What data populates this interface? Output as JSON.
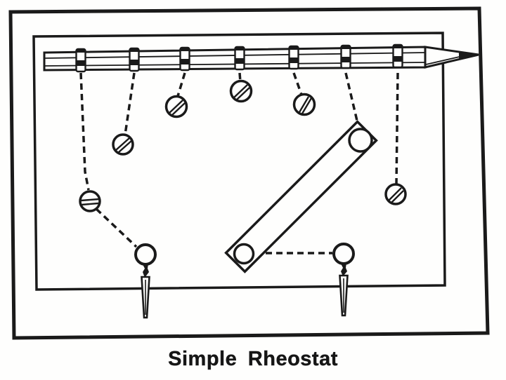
{
  "figure": {
    "caption": "Simple Rheostat",
    "ink_color": "#1a1a1a",
    "paper_color": "#fefefd",
    "components": {
      "resistance_element": "pencil",
      "clip_count": 7,
      "contact_screw_count": 6,
      "switch_arm": "diagonal bar with end circles",
      "binding_post_count": 2,
      "wire_style": "dashed"
    }
  }
}
